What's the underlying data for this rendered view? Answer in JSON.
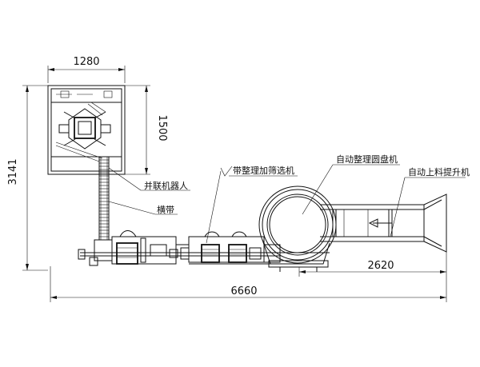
{
  "dimensions": {
    "top_width": "1280",
    "right_height": "1500",
    "total_height": "3141",
    "right_length": "2620",
    "total_length": "6660"
  },
  "callouts": {
    "parallel_robot": "并联机器人",
    "cross_belt": "横带",
    "belt_sorting": "带整理加筛选机",
    "auto_turntable": "自动整理圆盘机",
    "auto_elevator": "自动上料提升机"
  }
}
